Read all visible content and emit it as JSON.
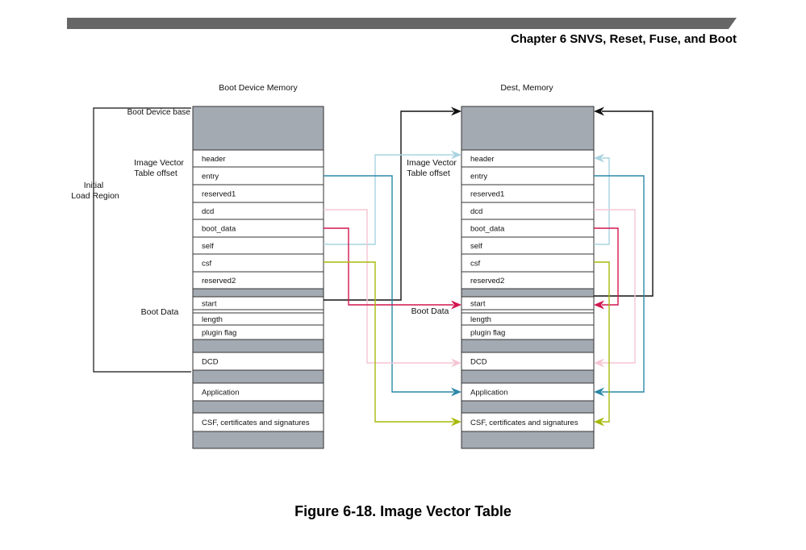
{
  "page_header": {
    "chapter_title": "Chapter 6 SNVS, Reset, Fuse, and Boot"
  },
  "figure": {
    "caption": "Figure 6-18. Image Vector Table"
  },
  "diagram": {
    "left_column": {
      "title": "Boot Device Memory",
      "labels": {
        "boot_device_base": "Boot Device base",
        "ivt_offset_line1": "Image Vector",
        "ivt_offset_line2": "Table offset",
        "initial_line1": "Initial",
        "initial_line2": "Load Region",
        "boot_data": "Boot Data"
      }
    },
    "right_column": {
      "title": "Dest, Memory",
      "labels": {
        "ivt_offset_line1": "Image Vector",
        "ivt_offset_line2": "Table offset",
        "boot_data": "Boot Data"
      }
    },
    "rows": [
      {
        "id": "base",
        "label": "",
        "shaded": true
      },
      {
        "id": "header",
        "label": "header",
        "shaded": false
      },
      {
        "id": "entry",
        "label": "entry",
        "shaded": false
      },
      {
        "id": "reserved1",
        "label": "reserved1",
        "shaded": false
      },
      {
        "id": "dcd",
        "label": "dcd",
        "shaded": false
      },
      {
        "id": "boot_data",
        "label": "boot_data",
        "shaded": false
      },
      {
        "id": "self",
        "label": "self",
        "shaded": false
      },
      {
        "id": "csf",
        "label": "csf",
        "shaded": false
      },
      {
        "id": "reserved2",
        "label": "reserved2",
        "shaded": false
      },
      {
        "id": "gap1",
        "label": "",
        "shaded": true
      },
      {
        "id": "start",
        "label": "start",
        "shaded": false
      },
      {
        "id": "length",
        "label": "length",
        "shaded": false
      },
      {
        "id": "plugin_flag",
        "label": "plugin flag",
        "shaded": false
      },
      {
        "id": "gap2",
        "label": "",
        "shaded": true
      },
      {
        "id": "DCD",
        "label": "DCD",
        "shaded": false
      },
      {
        "id": "gap3",
        "label": "",
        "shaded": true
      },
      {
        "id": "application",
        "label": "Application",
        "shaded": false
      },
      {
        "id": "gap4",
        "label": "",
        "shaded": true
      },
      {
        "id": "csf_block",
        "label": "CSF, certificates and signatures",
        "shaded": false
      },
      {
        "id": "gap5",
        "label": "",
        "shaded": true
      }
    ],
    "connections": [
      {
        "from": "start",
        "to": "base",
        "color": "#111111",
        "name": "start-to-base"
      },
      {
        "from": "self",
        "to": "header",
        "color": "#a9d3e0",
        "name": "self-to-header"
      },
      {
        "from": "entry",
        "to": "application",
        "color": "#2b88a8",
        "name": "entry-to-application"
      },
      {
        "from": "dcd",
        "to": "DCD",
        "color": "#f5c6d3",
        "name": "dcd-to-DCD"
      },
      {
        "from": "boot_data",
        "to": "start",
        "color": "#d2174f",
        "name": "boot-data-to-start"
      },
      {
        "from": "csf",
        "to": "csf_block",
        "color": "#a9b90a",
        "name": "csf-to-csf-block"
      }
    ],
    "colors": {
      "shade": "#a4aab2",
      "header_bar": "#666666"
    }
  }
}
